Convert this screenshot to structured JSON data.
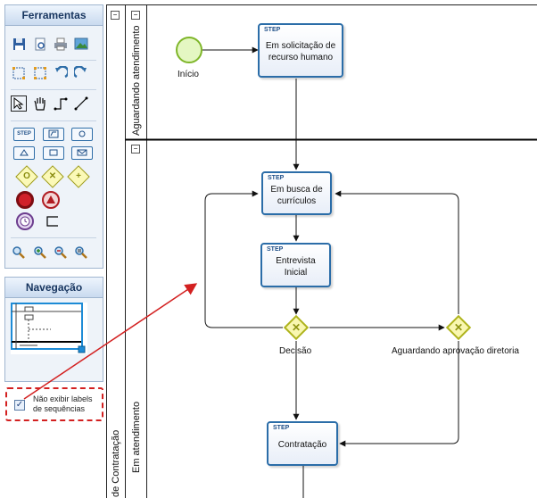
{
  "tools_panel": {
    "title": "Ferramentas",
    "step_label": "STEP"
  },
  "nav_panel": {
    "title": "Navegação"
  },
  "option": {
    "checked": true,
    "label_line1": "Não exibir labels",
    "label_line2": "de sequências"
  },
  "pool": {
    "label": "de Contratação"
  },
  "lanes": {
    "top": "Aguardando atendimento",
    "bottom": "Em atendimento"
  },
  "diagram": {
    "start_label": "Início",
    "tasks": [
      {
        "tag": "STEP",
        "line1": "Em solicitação de",
        "line2": "recurso humano"
      },
      {
        "tag": "STEP",
        "line1": "Em busca de",
        "line2": "currículos"
      },
      {
        "tag": "STEP",
        "line1": "Entrevista",
        "line2": "Inicial"
      },
      {
        "tag": "STEP",
        "line1": "Contratação",
        "line2": ""
      }
    ],
    "gateways": [
      {
        "label": "Decisão"
      },
      {
        "label": "Aguardando aprovação diretoria"
      }
    ]
  },
  "colors": {
    "task_border": "#2b6da8",
    "gateway_fill": "#f9f7b0",
    "start_fill": "#dff5b5",
    "highlight": "#d32020"
  }
}
